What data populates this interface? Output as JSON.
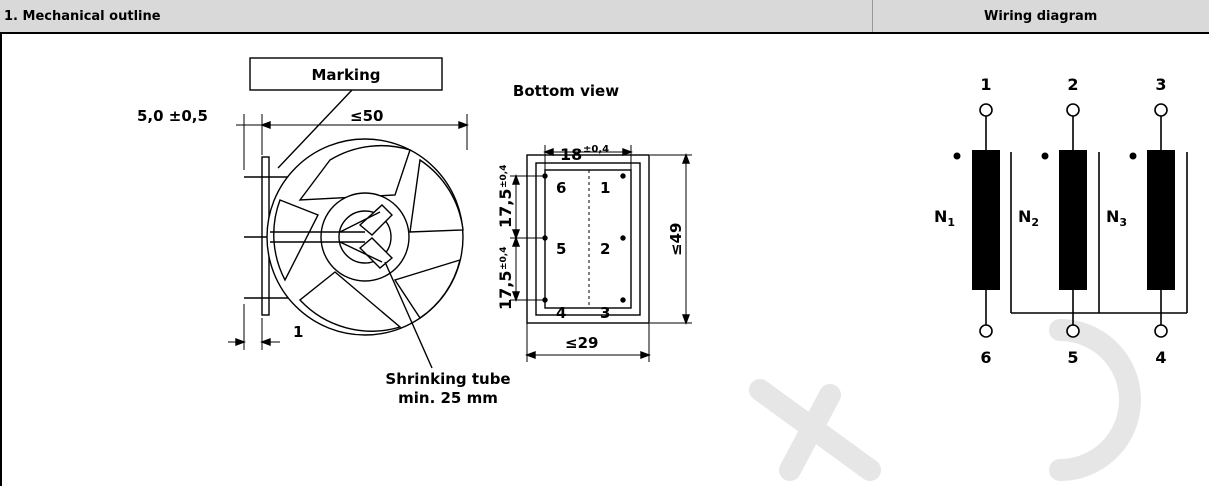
{
  "header": {
    "section_title": "1. Mechanical outline",
    "wiring_title": "Wiring diagram"
  },
  "mechanical": {
    "marking_label": "Marking",
    "bottom_view_label": "Bottom view",
    "dim_lead_offset": "5,0 ±0,5",
    "dim_diameter": "≤50",
    "dim_pin_spacing": "18",
    "dim_tolerance": "±0,4",
    "dim_pitch_upper": "17,5",
    "dim_pitch_lower": "17,5",
    "dim_height": "≤49",
    "dim_width": "≤29",
    "dim_base": "1",
    "pins": [
      "6",
      "1",
      "5",
      "2",
      "4",
      "3"
    ],
    "shrinking_tube_line1": "Shrinking tube",
    "shrinking_tube_line2": "min. 25 mm"
  },
  "wiring": {
    "top_pins": [
      "1",
      "2",
      "3"
    ],
    "bottom_pins": [
      "6",
      "5",
      "4"
    ],
    "windings": [
      "N",
      "N",
      "N"
    ],
    "winding_subscripts": [
      "1",
      "2",
      "3"
    ]
  }
}
